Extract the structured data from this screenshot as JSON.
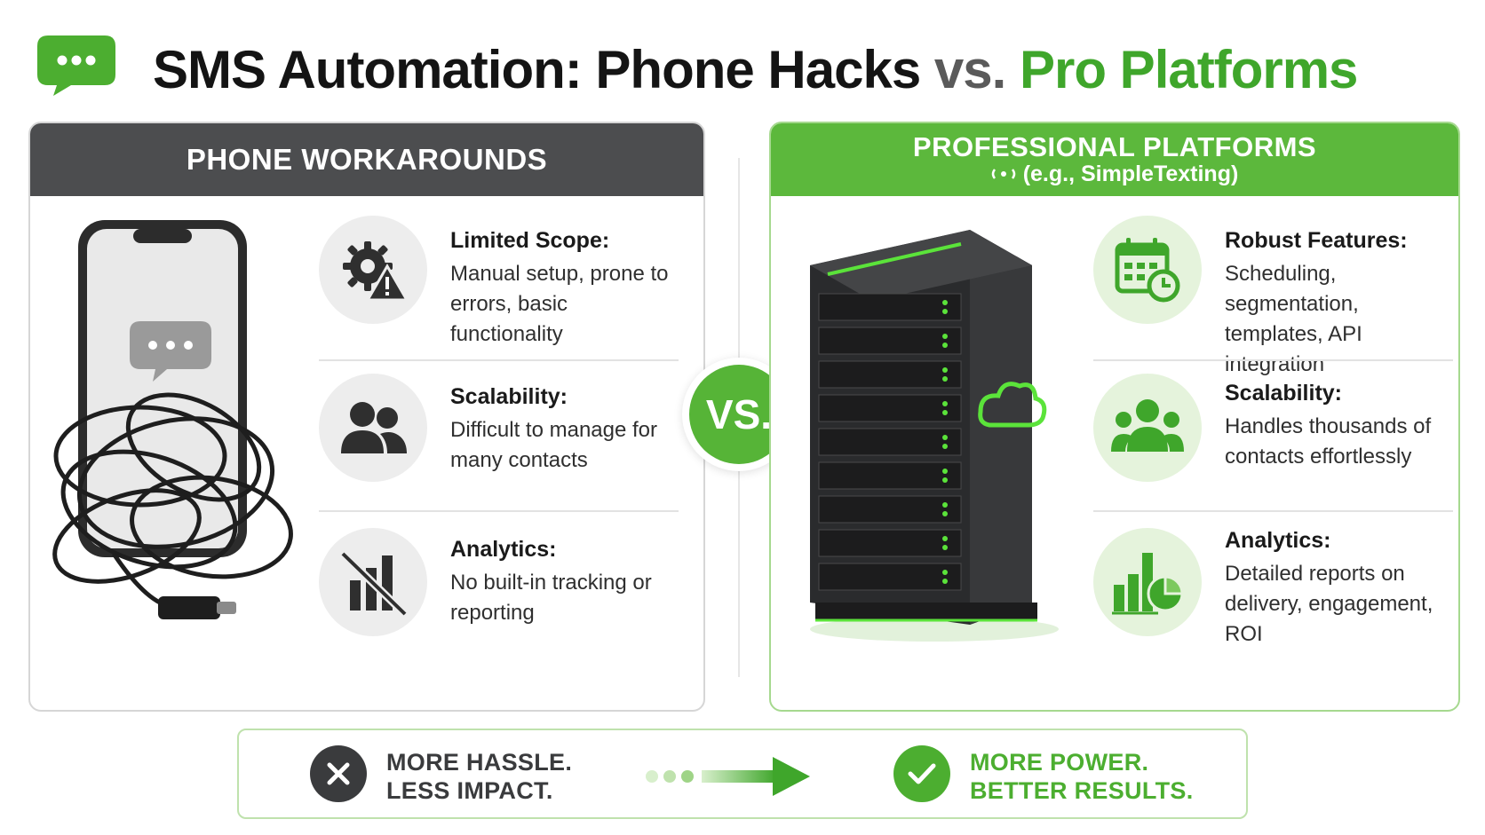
{
  "header": {
    "icon": "chat-bubble-icon",
    "title_part1": "SMS Automation: Phone Hacks ",
    "title_vs": "vs.",
    "title_part2": " Pro Platforms"
  },
  "colors": {
    "brand_green": "#5cb83c",
    "dark_gray": "#4c4d4f",
    "text_dark": "#1a1a1a"
  },
  "left_panel": {
    "heading": "PHONE WORKAROUNDS",
    "illustration": "smartphone-with-tangled-cable",
    "items": [
      {
        "icon": "gear-warning-icon",
        "title": "Limited Scope:",
        "body": "Manual setup, prone to errors, basic functionality"
      },
      {
        "icon": "users-icon",
        "title": "Scalability:",
        "body": "Difficult to manage for many contacts"
      },
      {
        "icon": "chart-crossed-out-icon",
        "title": "Analytics:",
        "body": "No built-in tracking or reporting"
      }
    ]
  },
  "right_panel": {
    "heading": "PROFESSIONAL PLATFORMS",
    "subheading": "(e.g., SimpleTexting)",
    "illustration": "server-rack-with-cloud",
    "items": [
      {
        "icon": "calendar-clock-icon",
        "title": "Robust Features:",
        "body": "Scheduling, segmentation, templates, API integration"
      },
      {
        "icon": "users-group-icon",
        "title": "Scalability:",
        "body": "Handles thousands of contacts effortlessly"
      },
      {
        "icon": "bar-pie-chart-icon",
        "title": "Analytics:",
        "body": "Detailed reports on delivery, engagement, ROI"
      }
    ]
  },
  "vs_badge": "VS.",
  "footer": {
    "left_line1": "MORE HASSLE.",
    "left_line2": "LESS IMPACT.",
    "right_line1": "MORE POWER.",
    "right_line2": "BETTER RESULTS."
  }
}
